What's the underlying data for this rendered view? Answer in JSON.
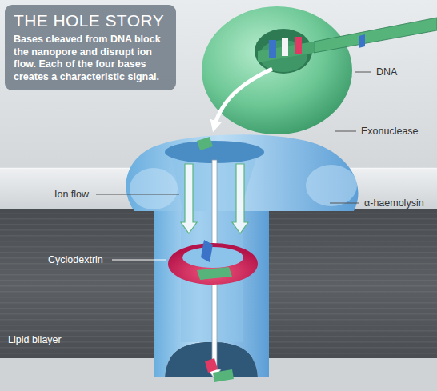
{
  "diagram": {
    "nodes": [
      {
        "text": [
          "THE HOLE STORY",
          "Bases cleaved from DNA block the nanopore and disrupt ion flow. Each of the four bases creates a characteristic signal."
        ]
      }
    ],
    "labels": [
      "DNA",
      "Exonuclease",
      "α-haemolysin",
      "Ion flow",
      "Cyclodextrin",
      "Lipid bilayer"
    ]
  }
}
